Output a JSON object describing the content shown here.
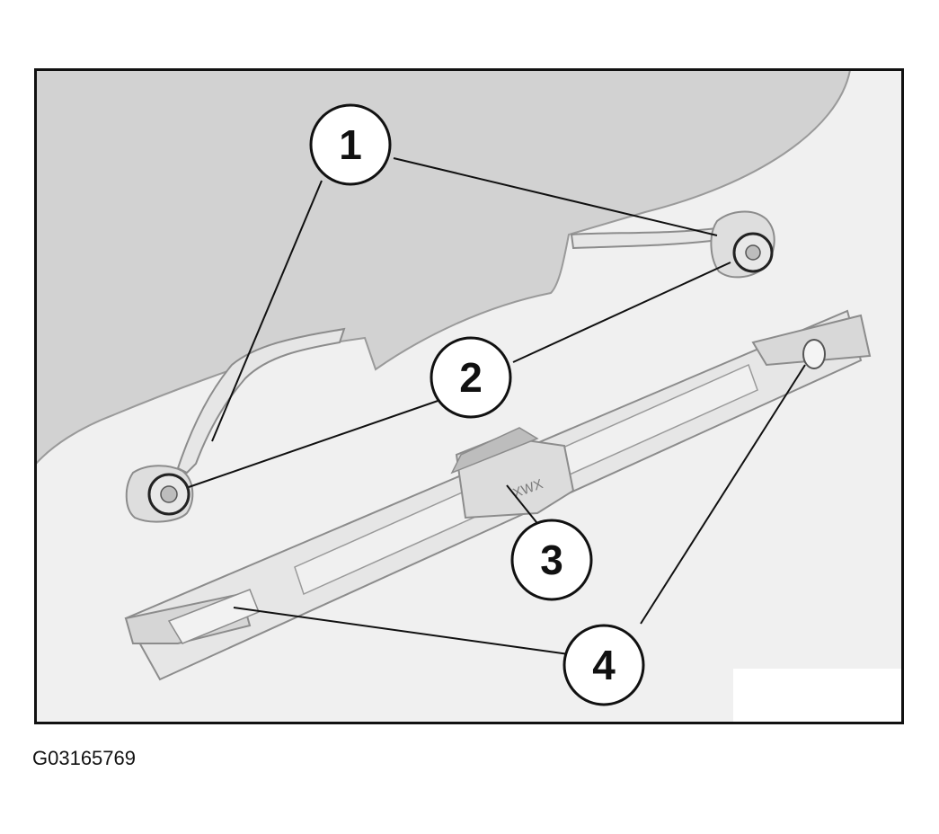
{
  "figure_id": "G03165769",
  "callouts": [
    {
      "label": "1"
    },
    {
      "label": "2"
    },
    {
      "label": "3"
    },
    {
      "label": "4"
    }
  ],
  "part_marking": "XWX",
  "colors": {
    "background": "#f0f0f0",
    "panel": "#d2d2d2",
    "border": "#111111",
    "part_fill": "#e6e6e6",
    "part_shadow": "#bdbdbd",
    "leader": "#111111"
  }
}
